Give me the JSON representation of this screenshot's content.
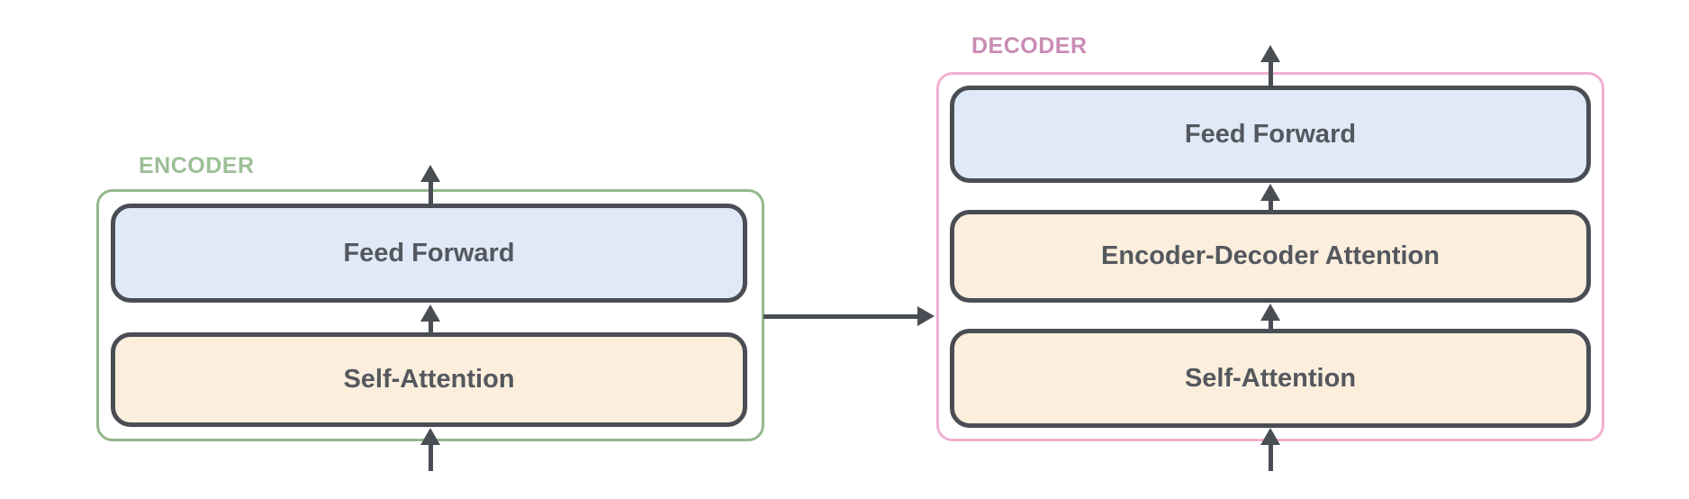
{
  "encoder": {
    "label": "ENCODER",
    "layers": [
      {
        "label": "Feed Forward"
      },
      {
        "label": "Self-Attention"
      }
    ]
  },
  "decoder": {
    "label": "DECODER",
    "layers": [
      {
        "label": "Feed Forward"
      },
      {
        "label": "Encoder-Decoder Attention"
      },
      {
        "label": "Self-Attention"
      }
    ]
  },
  "colors": {
    "background": "#ffffff",
    "stroke": "#4a4e54",
    "box_text": "#54585e",
    "feed_forward_fill": "#dfe9f7",
    "attention_fill": "#fbeedd",
    "encoder_accent": "#95b68d",
    "encoder_label": "#9dbf97",
    "decoder_accent": "#f1b0d0",
    "decoder_label": "#ca8cb5"
  }
}
